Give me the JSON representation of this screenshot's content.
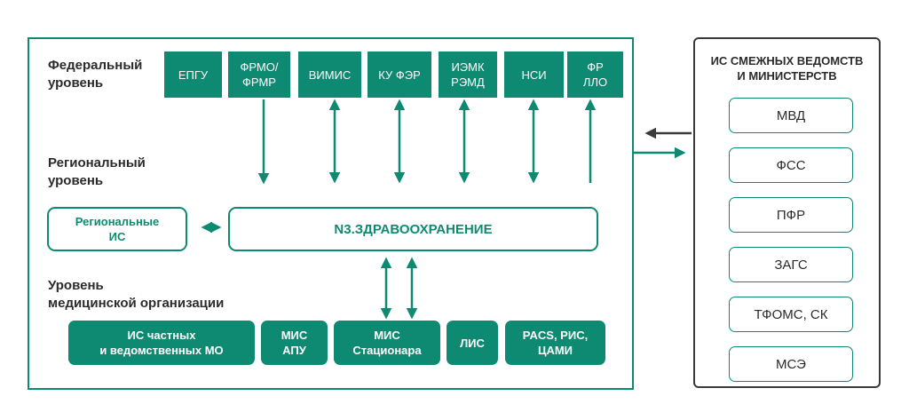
{
  "levels": {
    "federal": "Федеральный\nуровень",
    "regional": "Региональный\nуровень",
    "mo": "Уровень\nмедицинской организации"
  },
  "federal_systems": [
    {
      "label": "ЕПГУ"
    },
    {
      "label": "ФРМО/\nФРМР"
    },
    {
      "label": "ВИМИС"
    },
    {
      "label": "КУ ФЭР"
    },
    {
      "label": "ИЭМК\nРЭМД"
    },
    {
      "label": "НСИ"
    },
    {
      "label": "ФР\nЛЛО"
    }
  ],
  "regional_is": "Региональные\nИС",
  "n3": "N3.ЗДРАВООХРАНЕНИЕ",
  "mo_systems": [
    {
      "label": "ИС частных\nи ведомственных МО"
    },
    {
      "label": "МИС\nАПУ"
    },
    {
      "label": "МИС\nСтационара"
    },
    {
      "label": "ЛИС"
    },
    {
      "label": "PACS, РИС,\nЦАМИ"
    }
  ],
  "external": {
    "title": "ИС СМЕЖНЫХ ВЕДОМСТВ\nИ МИНИСТЕРСТВ",
    "items": [
      "МВД",
      "ФСС",
      "ПФР",
      "ЗАГС",
      "ТФОМС, СК",
      "МСЭ"
    ]
  },
  "colors": {
    "primary": "#0f8a72",
    "text": "#2b2b2b",
    "frame_dark": "#3a3a3a"
  }
}
